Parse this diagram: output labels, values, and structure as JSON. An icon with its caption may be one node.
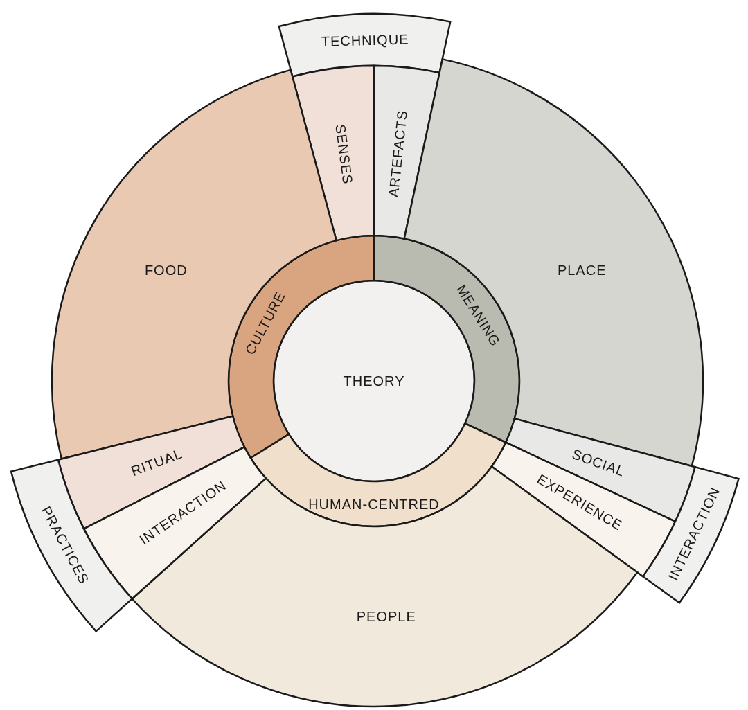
{
  "diagram": {
    "nodes": [
      {
        "text": [
          "THEORY"
        ]
      },
      {
        "text": [
          "CULTURE"
        ]
      },
      {
        "text": [
          "MEANING"
        ]
      },
      {
        "text": [
          "HUMAN-CENTRED"
        ]
      },
      {
        "text": [
          "TECHNIQUE"
        ]
      },
      {
        "text": [
          "SENSES"
        ]
      },
      {
        "text": [
          "ARTEFACTS"
        ]
      },
      {
        "text": [
          "FOOD"
        ]
      },
      {
        "text": [
          "PLACE"
        ]
      },
      {
        "text": [
          "SOCIAL"
        ]
      },
      {
        "text": [
          "EXPERIENCE"
        ]
      },
      {
        "text": [
          "INTERACTION"
        ]
      },
      {
        "text": [
          "PEOPLE"
        ]
      },
      {
        "text": [
          "RITUAL"
        ]
      },
      {
        "text": [
          "INTERACTION"
        ]
      },
      {
        "text": [
          "PRACTICES"
        ]
      }
    ]
  }
}
